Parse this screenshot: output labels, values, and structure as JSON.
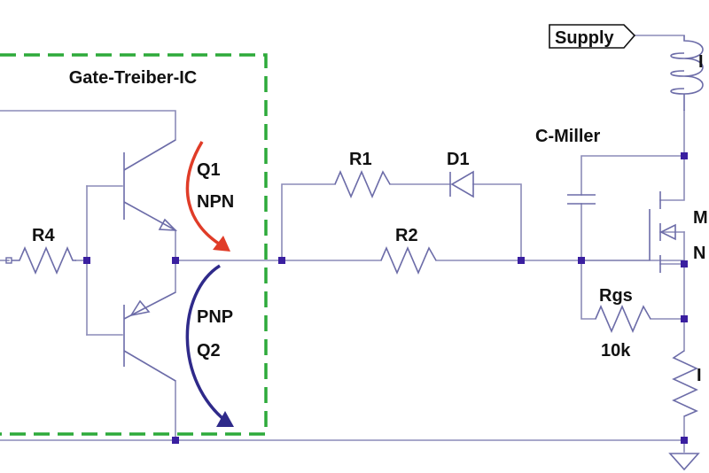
{
  "colors": {
    "wire": "#8c8cb8",
    "component": "#6c6ca8",
    "junction": "#3a1fa0",
    "ic_box": "#2daa3a",
    "arrow_q1": "#e03c28",
    "arrow_q2": "#2f2a8a",
    "text": "#111111"
  },
  "ic": {
    "title": "Gate-Treiber-IC"
  },
  "labels": {
    "r4": "R4",
    "q1_name": "Q1",
    "q1_type": "NPN",
    "q2_type": "PNP",
    "q2_name": "Q2",
    "r1": "R1",
    "d1": "D1",
    "r2": "R2",
    "c_miller": "C-Miller",
    "supply": "Supply",
    "rgs": "Rgs",
    "rgs_value": "10k",
    "mosfet_line1": "M",
    "mosfet_line2": "N",
    "inductor_tag": "I",
    "lower_resistor_tag": "I"
  },
  "icons": {
    "ground": "ground-symbol-icon",
    "supply_flag": "supply-flag-icon"
  }
}
